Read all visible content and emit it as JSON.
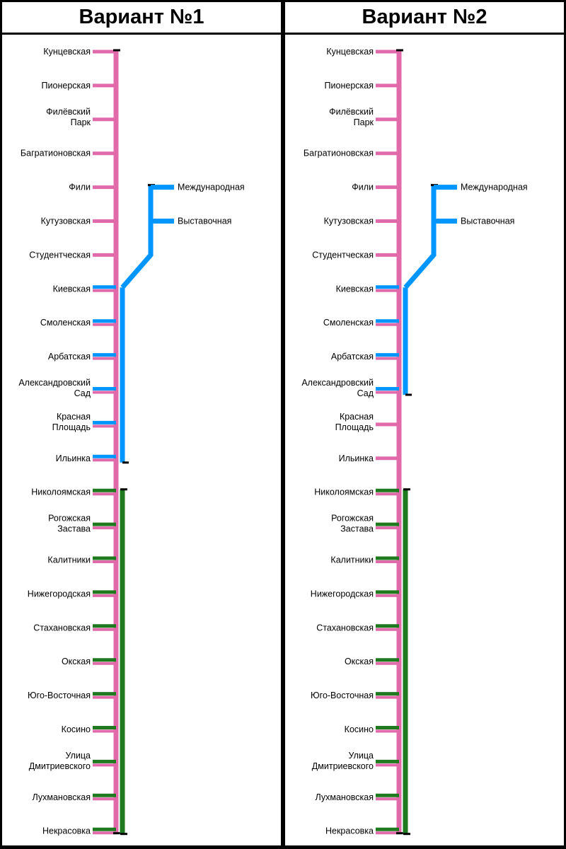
{
  "colors": {
    "pink_line": "#e06aaa",
    "blue_line": "#0096ff",
    "green_line": "#1f7a1f",
    "terminus": "#000000",
    "background": "#ffffff",
    "frame": "#000000"
  },
  "pink_stations": [
    [
      "Кунцевская"
    ],
    [
      "Пионерская"
    ],
    [
      "Филёвский",
      "Парк"
    ],
    [
      "Багратионовская"
    ],
    [
      "Фили"
    ],
    [
      "Кутузовская"
    ],
    [
      "Студентческая"
    ],
    [
      "Киевская"
    ],
    [
      "Смоленская"
    ],
    [
      "Арбатская"
    ],
    [
      "Александровский",
      "Сад"
    ],
    [
      "Красная",
      "Площадь"
    ],
    [
      "Ильинка"
    ],
    [
      "Николоямская"
    ],
    [
      "Рогожская",
      "Застава"
    ],
    [
      "Калитники"
    ],
    [
      "Нижегородская"
    ],
    [
      "Стахановская"
    ],
    [
      "Окская"
    ],
    [
      "Юго-Восточная"
    ],
    [
      "Косино"
    ],
    [
      "Улица",
      "Дмитриевского"
    ],
    [
      "Лухмановская"
    ],
    [
      "Некрасовка"
    ]
  ],
  "branch_stations": [
    "Международная",
    "Выставочная"
  ],
  "variants": [
    {
      "title": "Вариант №1",
      "blue_parallel_from": "Киевская",
      "blue_parallel_to": "Ильинка",
      "green_parallel_from": "Николоямская",
      "green_parallel_to": "Некрасовка"
    },
    {
      "title": "Вариант №2",
      "blue_parallel_from": "Киевская",
      "blue_parallel_to": "Александровский Сад",
      "green_parallel_from": "Николоямская",
      "green_parallel_to": "Некрасовка"
    }
  ]
}
